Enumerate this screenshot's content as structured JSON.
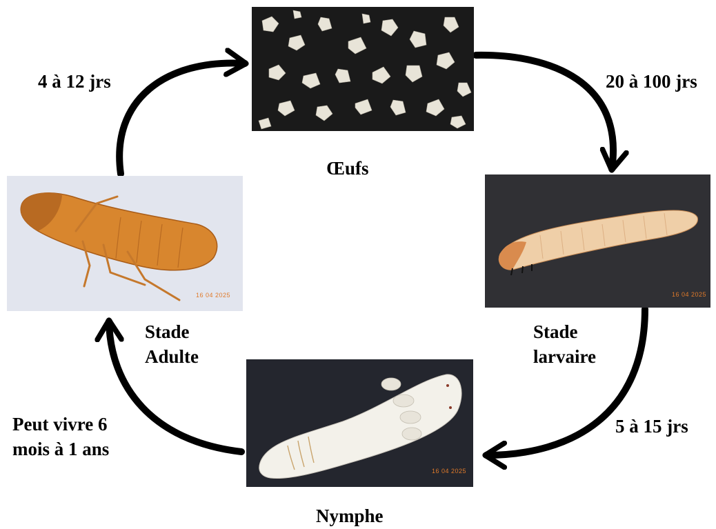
{
  "diagram": {
    "stages": {
      "eggs": {
        "label": "Œufs"
      },
      "larva": {
        "label_line1": "Stade",
        "label_line2": "larvaire",
        "photo_date": "16 04 2025"
      },
      "pupa": {
        "label": "Nymphe",
        "photo_date": "16 04 2025"
      },
      "adult": {
        "label_line1": "Stade",
        "label_line2": "Adulte",
        "photo_date": "16 04 2025"
      }
    },
    "durations": {
      "eggs_to_larva": "20 à 100 jrs",
      "larva_to_pupa": "5 à 15 jrs",
      "pupa_to_adult_line1": "Peut vivre 6",
      "pupa_to_adult_line2": "mois à 1 ans",
      "adult_to_eggs": "4 à 12 jrs"
    }
  },
  "colors": {
    "arrow": "#000000",
    "text": "#000000",
    "date_stamp": "#e07a2a"
  }
}
